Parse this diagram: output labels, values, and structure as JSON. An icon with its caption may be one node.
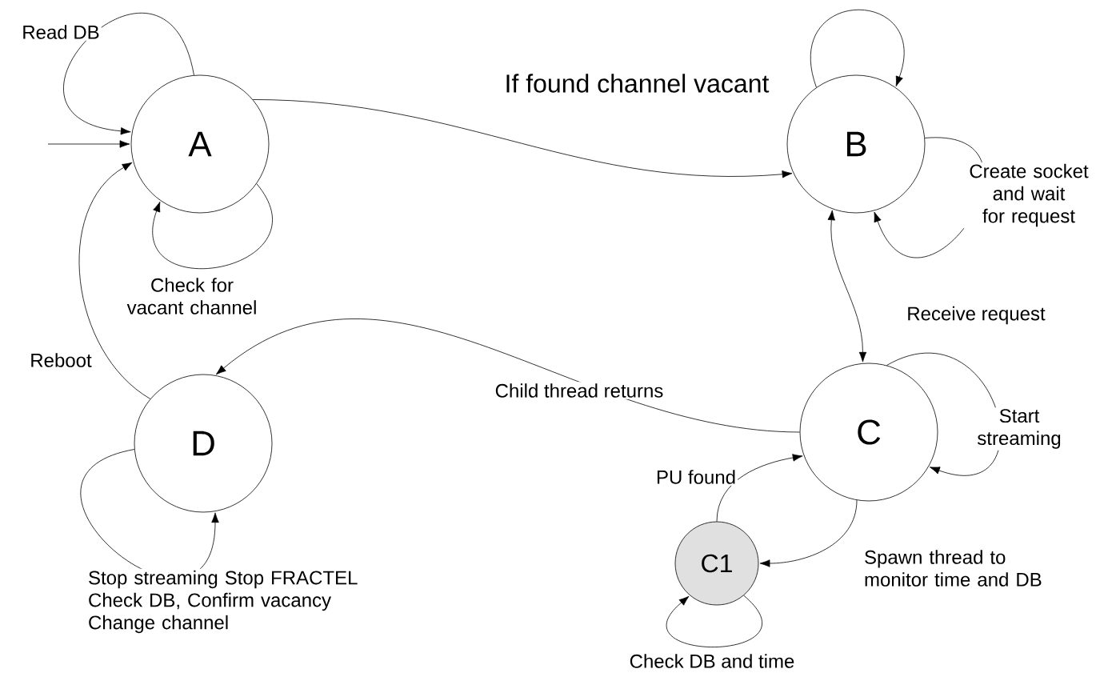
{
  "diagram": {
    "nodes": [
      {
        "text": [
          "A"
        ]
      },
      {
        "text": [
          "B"
        ]
      },
      {
        "text": [
          "C"
        ]
      },
      {
        "text": [
          "D"
        ]
      },
      {
        "text": [
          "C1"
        ]
      }
    ],
    "edges": [
      {
        "from": null,
        "to": 0,
        "arrow": "to"
      },
      {
        "from": 0,
        "to": 0,
        "arrow": "to",
        "label": "Read DB"
      },
      {
        "from": 0,
        "to": 0,
        "arrow": "to",
        "label": "Check for vacant channel"
      },
      {
        "from": 0,
        "to": 1,
        "arrow": "to",
        "label": "If found channel vacant"
      },
      {
        "from": 1,
        "to": 1,
        "arrow": "to"
      },
      {
        "from": 1,
        "to": 1,
        "arrow": "to",
        "label": "Create socket and wait for request"
      },
      {
        "from": 1,
        "to": 2,
        "arrow": "both",
        "label": "Receive request"
      },
      {
        "from": 2,
        "to": 3,
        "arrow": "to",
        "label": "Child thread returns"
      },
      {
        "from": 3,
        "to": 0,
        "arrow": "to",
        "label": "Reboot"
      },
      {
        "from": 3,
        "to": 3,
        "arrow": "to",
        "label": "Stop streaming Stop FRACTEL Check DB, Confirm vacancy Change channel"
      },
      {
        "from": 2,
        "to": 2,
        "arrow": "to",
        "label": "Start streaming"
      },
      {
        "from": 2,
        "to": 4,
        "arrow": "to",
        "label": "Spawn thread to monitor time and DB"
      },
      {
        "from": 4,
        "to": 2,
        "arrow": "to",
        "label": "PU found"
      },
      {
        "from": 4,
        "to": 4,
        "arrow": "to",
        "label": "Check DB and time"
      }
    ]
  }
}
